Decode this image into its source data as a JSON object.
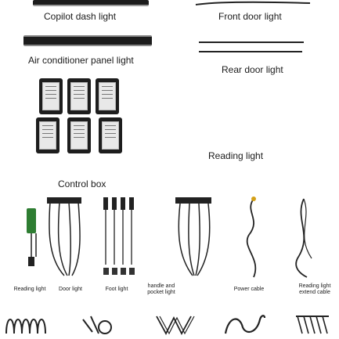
{
  "labels": {
    "copilot_dash": "Copilot dash light",
    "front_door": "Front door light",
    "air_conditioner": "Air conditioner panel light",
    "rear_door": "Rear door light",
    "reading_light_right": "Reading light",
    "control_box": "Control box"
  },
  "bottom_labels": {
    "reading_light": "Reading light",
    "door_light": "Door light",
    "foot_light": "Foot light",
    "handle_pocket_line1": "handle and",
    "handle_pocket_line2": "pocket light",
    "power_cable": "Power cable",
    "reading_extend_line1": "Reading light",
    "reading_extend_line2": "extend cable"
  },
  "colors": {
    "strip_dark": "#1c1c1c",
    "module_green": "#2e7d32",
    "cable": "#222222"
  }
}
